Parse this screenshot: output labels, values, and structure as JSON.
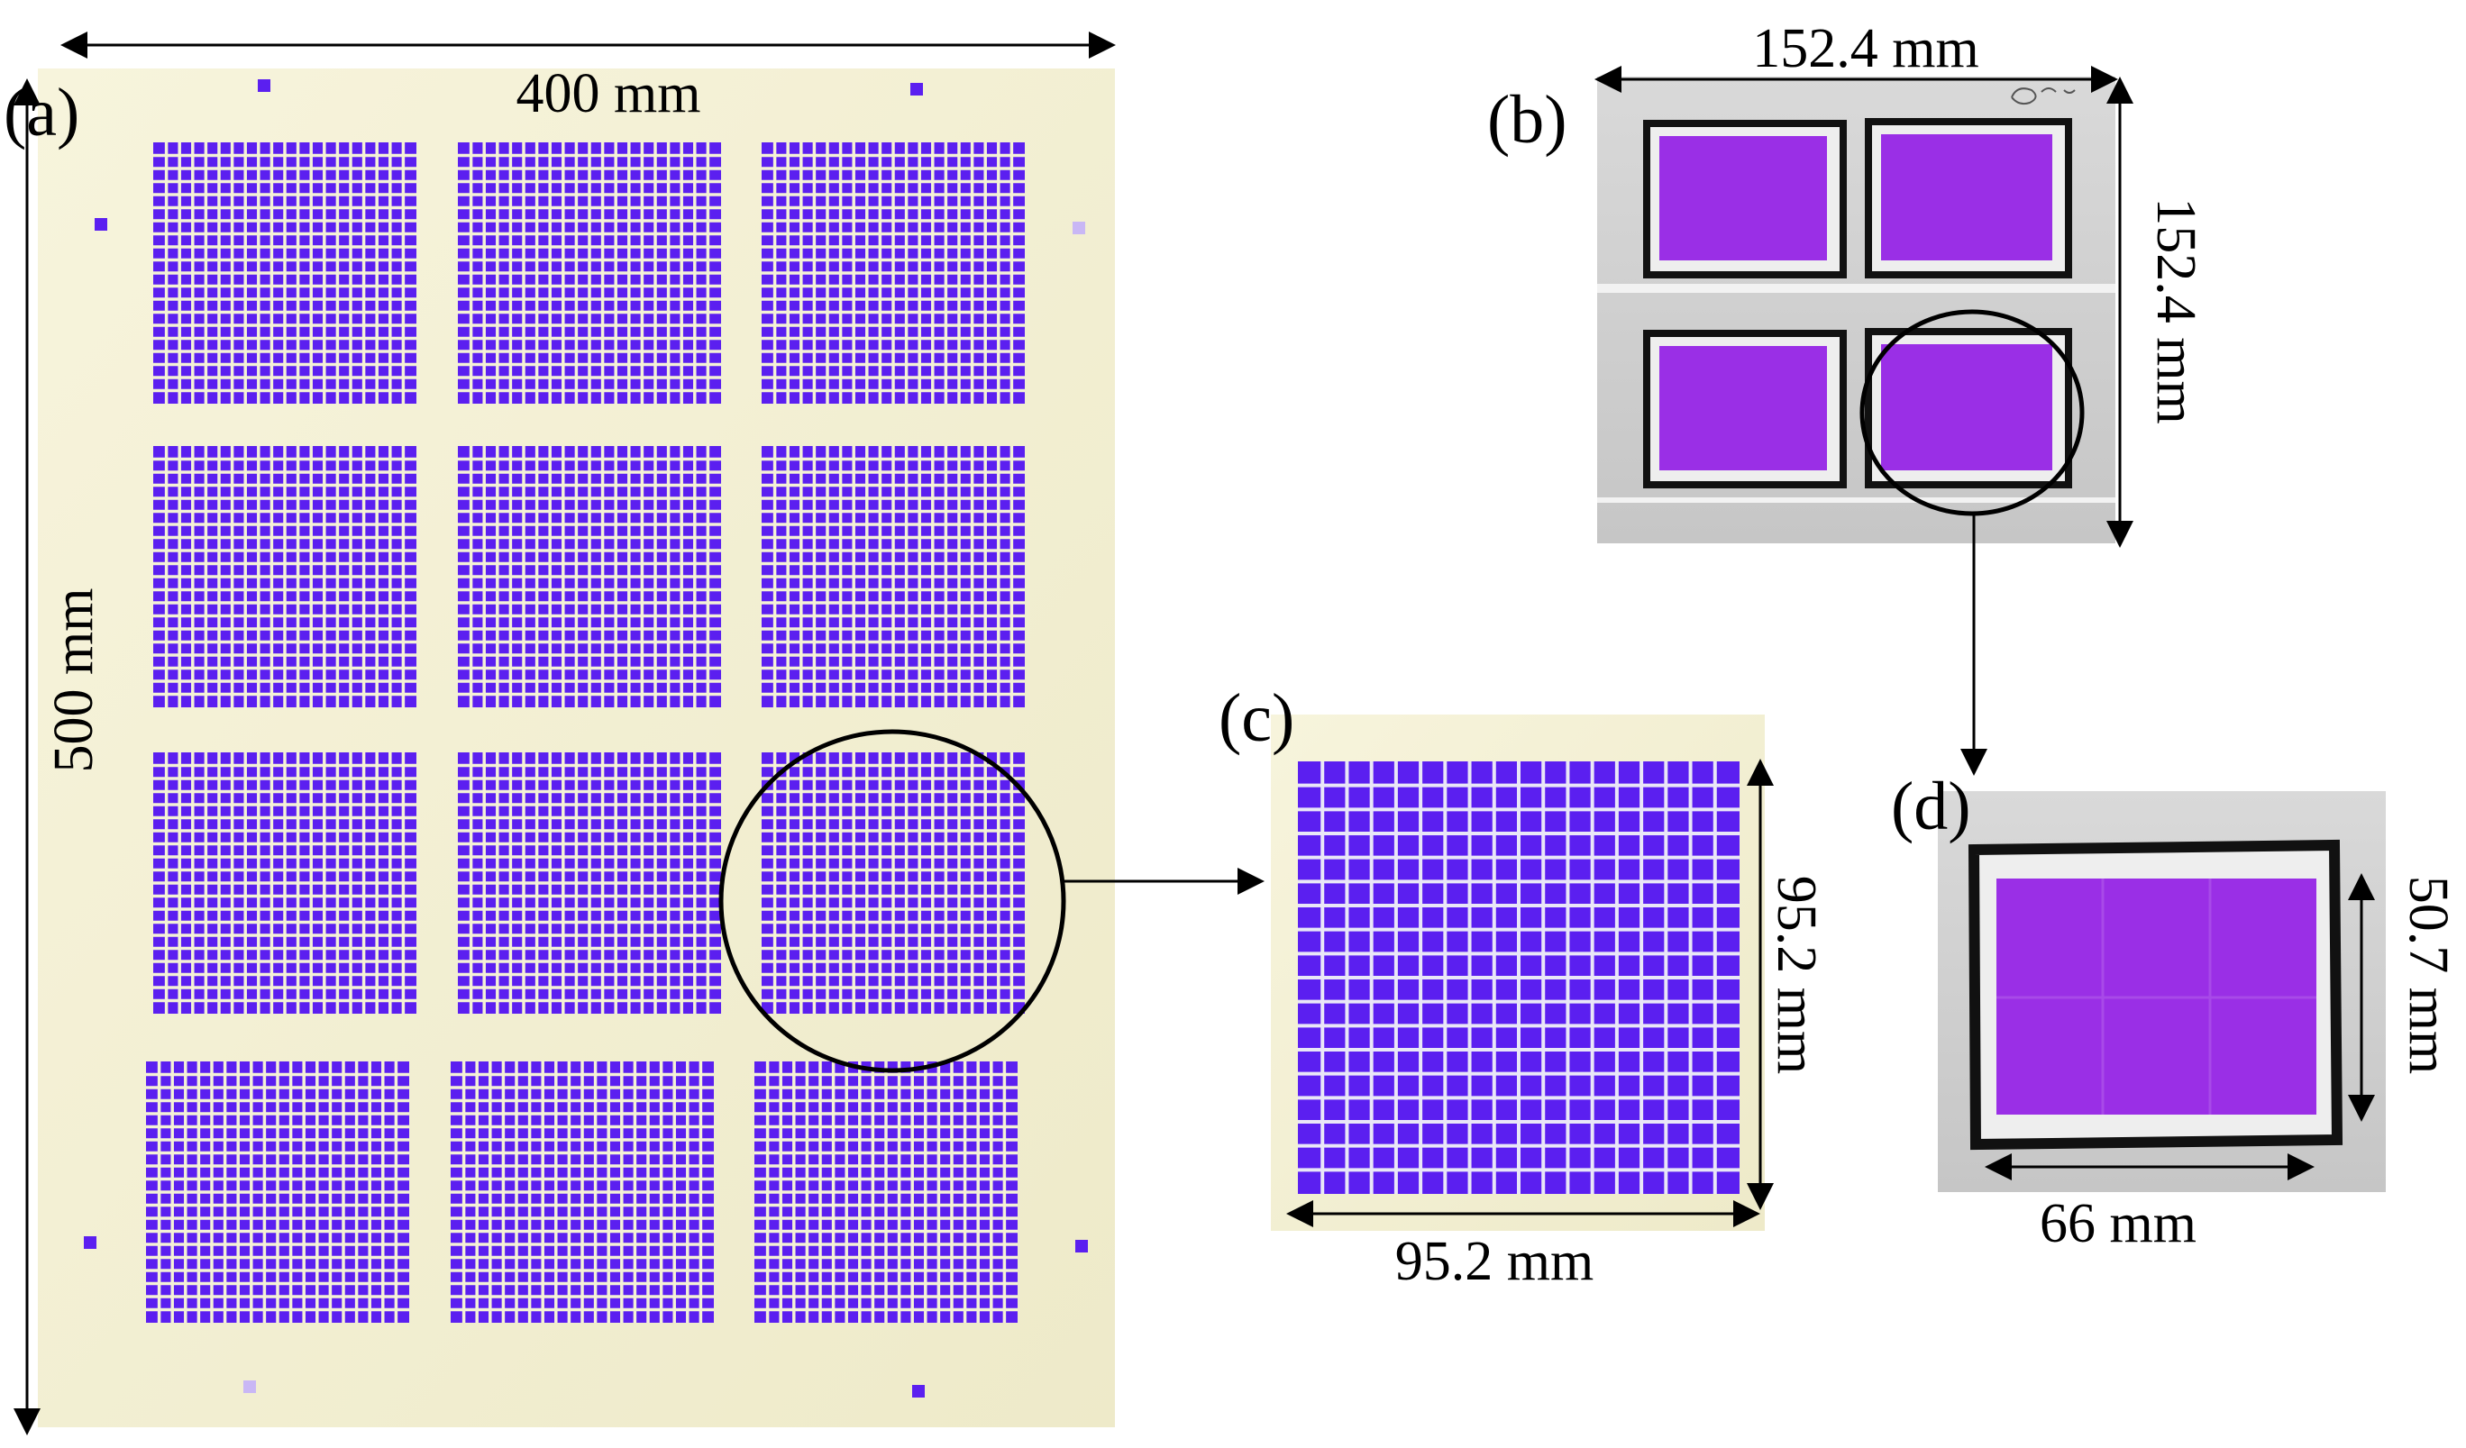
{
  "figure": {
    "panels": [
      {
        "id": "a",
        "label": "(a)"
      },
      {
        "id": "b",
        "label": "(b)"
      },
      {
        "id": "c",
        "label": "(c)"
      },
      {
        "id": "d",
        "label": "(d)"
      }
    ],
    "dimensions": {
      "a_width": "400 mm",
      "a_height": "500 mm",
      "b_width": "152.4 mm",
      "b_height": "152.4 mm",
      "c_height": "95.2 mm",
      "c_width": "95.2 mm",
      "d_height": "50.7 mm",
      "d_width": "66 mm"
    },
    "grid": {
      "panel_a_blocks_cols": 3,
      "panel_a_blocks_rows": 4,
      "panel_a_cells_per_block": 20,
      "panel_c_cells": 18,
      "panel_b_pads_cols": 2,
      "panel_b_pads_rows": 2
    },
    "colors": {
      "substrate_cream": "#f4f1d6",
      "grid_purple": "#5b1ff0",
      "pad_violet": "#9a2fe6",
      "tray_gray": "#cfcfcf",
      "frame_black": "#111111",
      "annotation_black": "#000000"
    }
  }
}
